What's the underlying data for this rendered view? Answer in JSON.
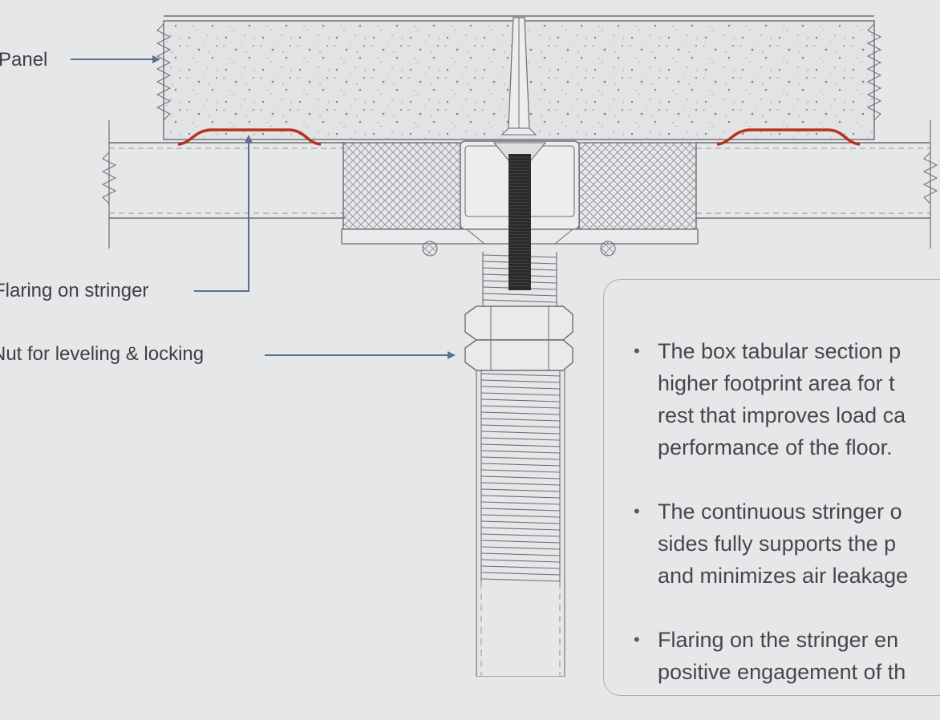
{
  "labels": {
    "panel": "Panel",
    "flaring": "Flaring on stringer",
    "nut": "Nut for leveling & locking"
  },
  "notes": [
    "The box tabular section p\nhigher footprint area for t\nrest that improves load ca\nperformance of the floor.",
    "The continuous stringer o\nsides fully supports the p\nand minimizes air leakage",
    "Flaring on the stringer en\npositive engagement of th"
  ],
  "colors": {
    "background": "#e6e7e9",
    "flaring": "#b8321f",
    "arrow": "#5a6f91",
    "line": "#6b6e73",
    "rod": "#2a2a2a"
  }
}
